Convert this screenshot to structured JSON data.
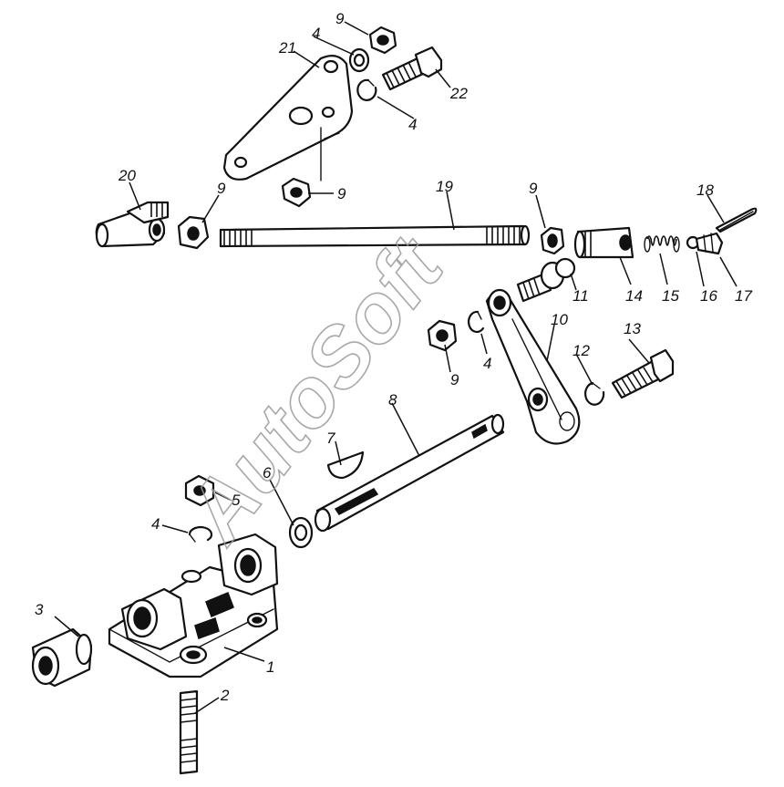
{
  "watermark": "AutoSoft",
  "callouts": {
    "c1": "1",
    "c2": "2",
    "c3": "3",
    "c4a": "4",
    "c4b": "4",
    "c4c": "4",
    "c4d": "4",
    "c5": "5",
    "c6": "6",
    "c7": "7",
    "c8": "8",
    "c9a": "9",
    "c9b": "9",
    "c9c": "9",
    "c9d": "9",
    "c9e": "9",
    "c10": "10",
    "c11": "11",
    "c12": "12",
    "c13": "13",
    "c14": "14",
    "c15": "15",
    "c16": "16",
    "c17": "17",
    "c18": "18",
    "c19": "19",
    "c20": "20",
    "c21": "21",
    "c22": "22"
  },
  "colors": {
    "ink": "#111111",
    "paper": "#ffffff",
    "watermark": "#9a9a9a"
  }
}
